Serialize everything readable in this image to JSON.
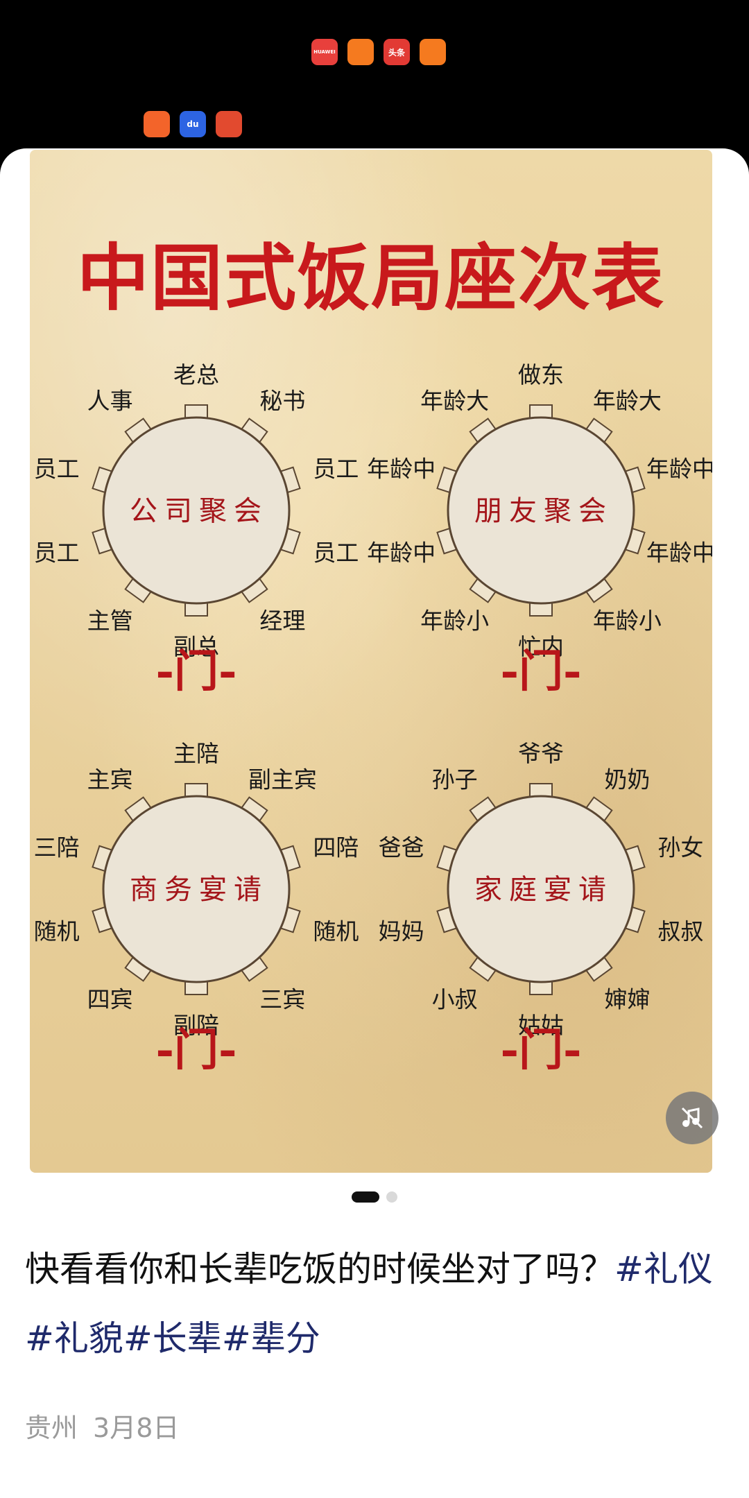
{
  "notifications": {
    "row1": [
      {
        "icon": "huawei-store-icon",
        "text": "HUAWEI",
        "color": "#e8403c"
      },
      {
        "icon": "kuaishou-icon",
        "text": "",
        "color": "#f57a1f"
      },
      {
        "icon": "toutiao-icon",
        "text": "头条",
        "color": "#e23a34"
      },
      {
        "icon": "kuaishou-icon",
        "text": "",
        "color": "#f57a1f"
      }
    ],
    "row2": [
      {
        "icon": "kuaishou-icon",
        "text": "",
        "color": "#f3642a"
      },
      {
        "icon": "baidu-icon",
        "text": "du",
        "color": "#2d64e3"
      },
      {
        "icon": "shopping-icon",
        "text": "",
        "color": "#e24a2f"
      }
    ]
  },
  "poster": {
    "title": "中国式饭局座次表",
    "door": "-门-",
    "tables": [
      {
        "name": "公司聚会",
        "seats": [
          "老总",
          "秘书",
          "员工",
          "员工",
          "经理",
          "副总",
          "主管",
          "员工",
          "员工",
          "人事"
        ]
      },
      {
        "name": "朋友聚会",
        "seats": [
          "做东",
          "年龄大",
          "年龄中",
          "年龄中",
          "年龄小",
          "忙内",
          "年龄小",
          "年龄中",
          "年龄中",
          "年龄大"
        ]
      },
      {
        "name": "商务宴请",
        "seats": [
          "主陪",
          "副主宾",
          "四陪",
          "随机",
          "三宾",
          "副陪",
          "四宾",
          "随机",
          "三陪",
          "主宾"
        ]
      },
      {
        "name": "家庭宴请",
        "seats": [
          "爷爷",
          "奶奶",
          "孙女",
          "叔叔",
          "婶婶",
          "姑姑",
          "小叔",
          "妈妈",
          "爸爸",
          "孙子"
        ]
      }
    ]
  },
  "pager": {
    "count": 2,
    "active": 0
  },
  "caption": {
    "text": "快看看你和长辈吃饭的时候坐对了吗？",
    "tags": [
      "#礼仪",
      "#礼貌",
      "#长辈",
      "#辈分"
    ]
  },
  "meta": {
    "location": "贵州",
    "date": "3月8日"
  }
}
